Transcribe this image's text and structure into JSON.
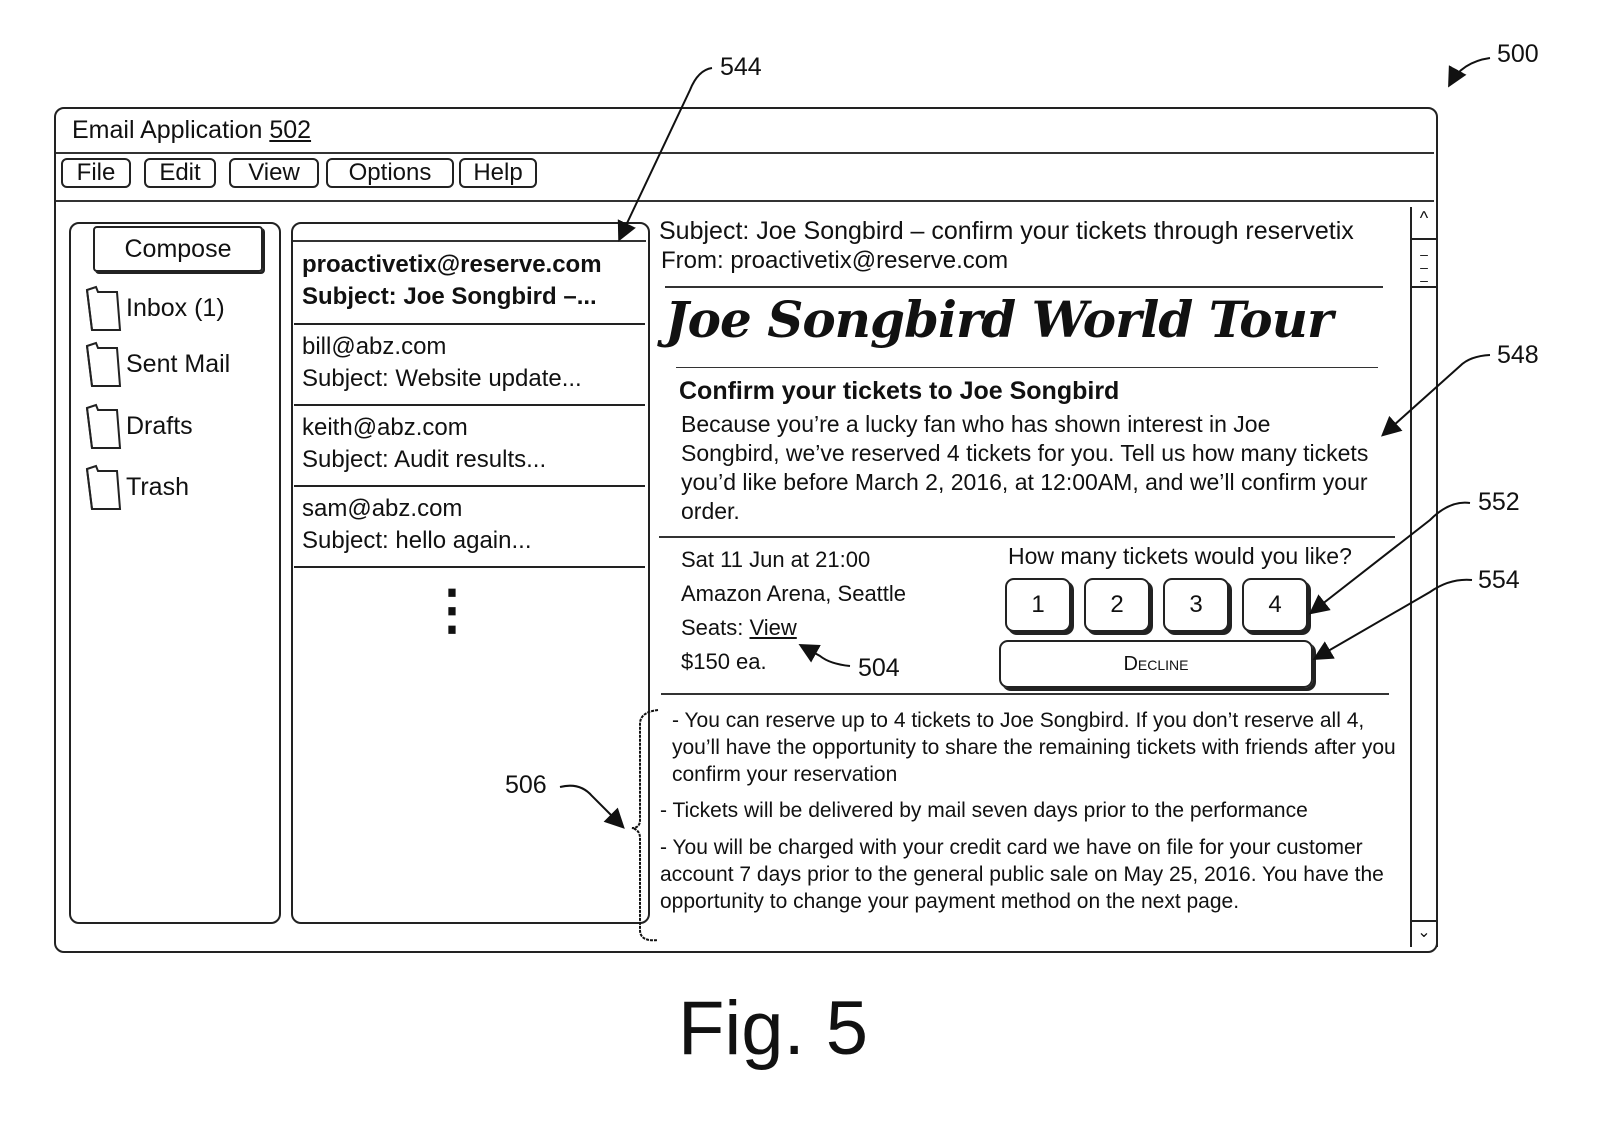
{
  "figure": {
    "label": "Fig. 5",
    "refs": {
      "device": "500",
      "app": "502",
      "list_pointer": "544",
      "body": "548",
      "quantity_buttons": "552",
      "decline": "554",
      "view_link": "504",
      "terms": "506"
    }
  },
  "window": {
    "title": "Email Application",
    "title_ref": "502"
  },
  "menu": [
    "File",
    "Edit",
    "View",
    "Options",
    "Help"
  ],
  "sidebar": {
    "compose_label": "Compose",
    "folders": [
      {
        "label": "Inbox (1)",
        "icon": "folder-icon"
      },
      {
        "label": "Sent Mail",
        "icon": "folder-icon"
      },
      {
        "label": "Drafts",
        "icon": "folder-icon"
      },
      {
        "label": "Trash",
        "icon": "folder-icon"
      }
    ]
  },
  "email_list": [
    {
      "from": "proactivetix@reserve.com",
      "subject": "Subject: Joe Songbird –...",
      "unread": true
    },
    {
      "from": "bill@abz.com",
      "subject": "Subject: Website update..."
    },
    {
      "from": "keith@abz.com",
      "subject": "Subject: Audit results..."
    },
    {
      "from": "sam@abz.com",
      "subject": "Subject: hello again..."
    }
  ],
  "email_list_more": "⋮",
  "reading": {
    "subject": "Subject: Joe Songbird – confirm your tickets through reservetix",
    "from": "From: proactivetix@reserve.com",
    "banner": "Joe Songbird World Tour",
    "heading": "Confirm your tickets to Joe Songbird",
    "body": "Because you’re a lucky fan who has shown interest in Joe Songbird, we’ve reserved 4 tickets for you. Tell us how many tickets you’d like before March 2, 2016, at 12:00AM, and we’ll confirm your order.",
    "event_date": "Sat 11 Jun at 21:00",
    "venue": "Amazon Arena, Seattle",
    "seats_label": "Seats: ",
    "seats_link": "View",
    "price": "$150 ea.",
    "question": "How many tickets would you like?",
    "quantities": [
      "1",
      "2",
      "3",
      "4"
    ],
    "decline_label": "Decline",
    "terms": [
      "- You can reserve up to 4 tickets to Joe Songbird.  If you don’t reserve all 4, you’ll have the opportunity to share the remaining tickets with friends after you confirm your reservation",
      "- Tickets will be delivered by mail seven days prior to the performance",
      "- You will be charged with your credit card we have on file for your customer account 7 days prior to the general public sale on May 25, 2016. You have the opportunity to change your payment method on the next page."
    ]
  }
}
